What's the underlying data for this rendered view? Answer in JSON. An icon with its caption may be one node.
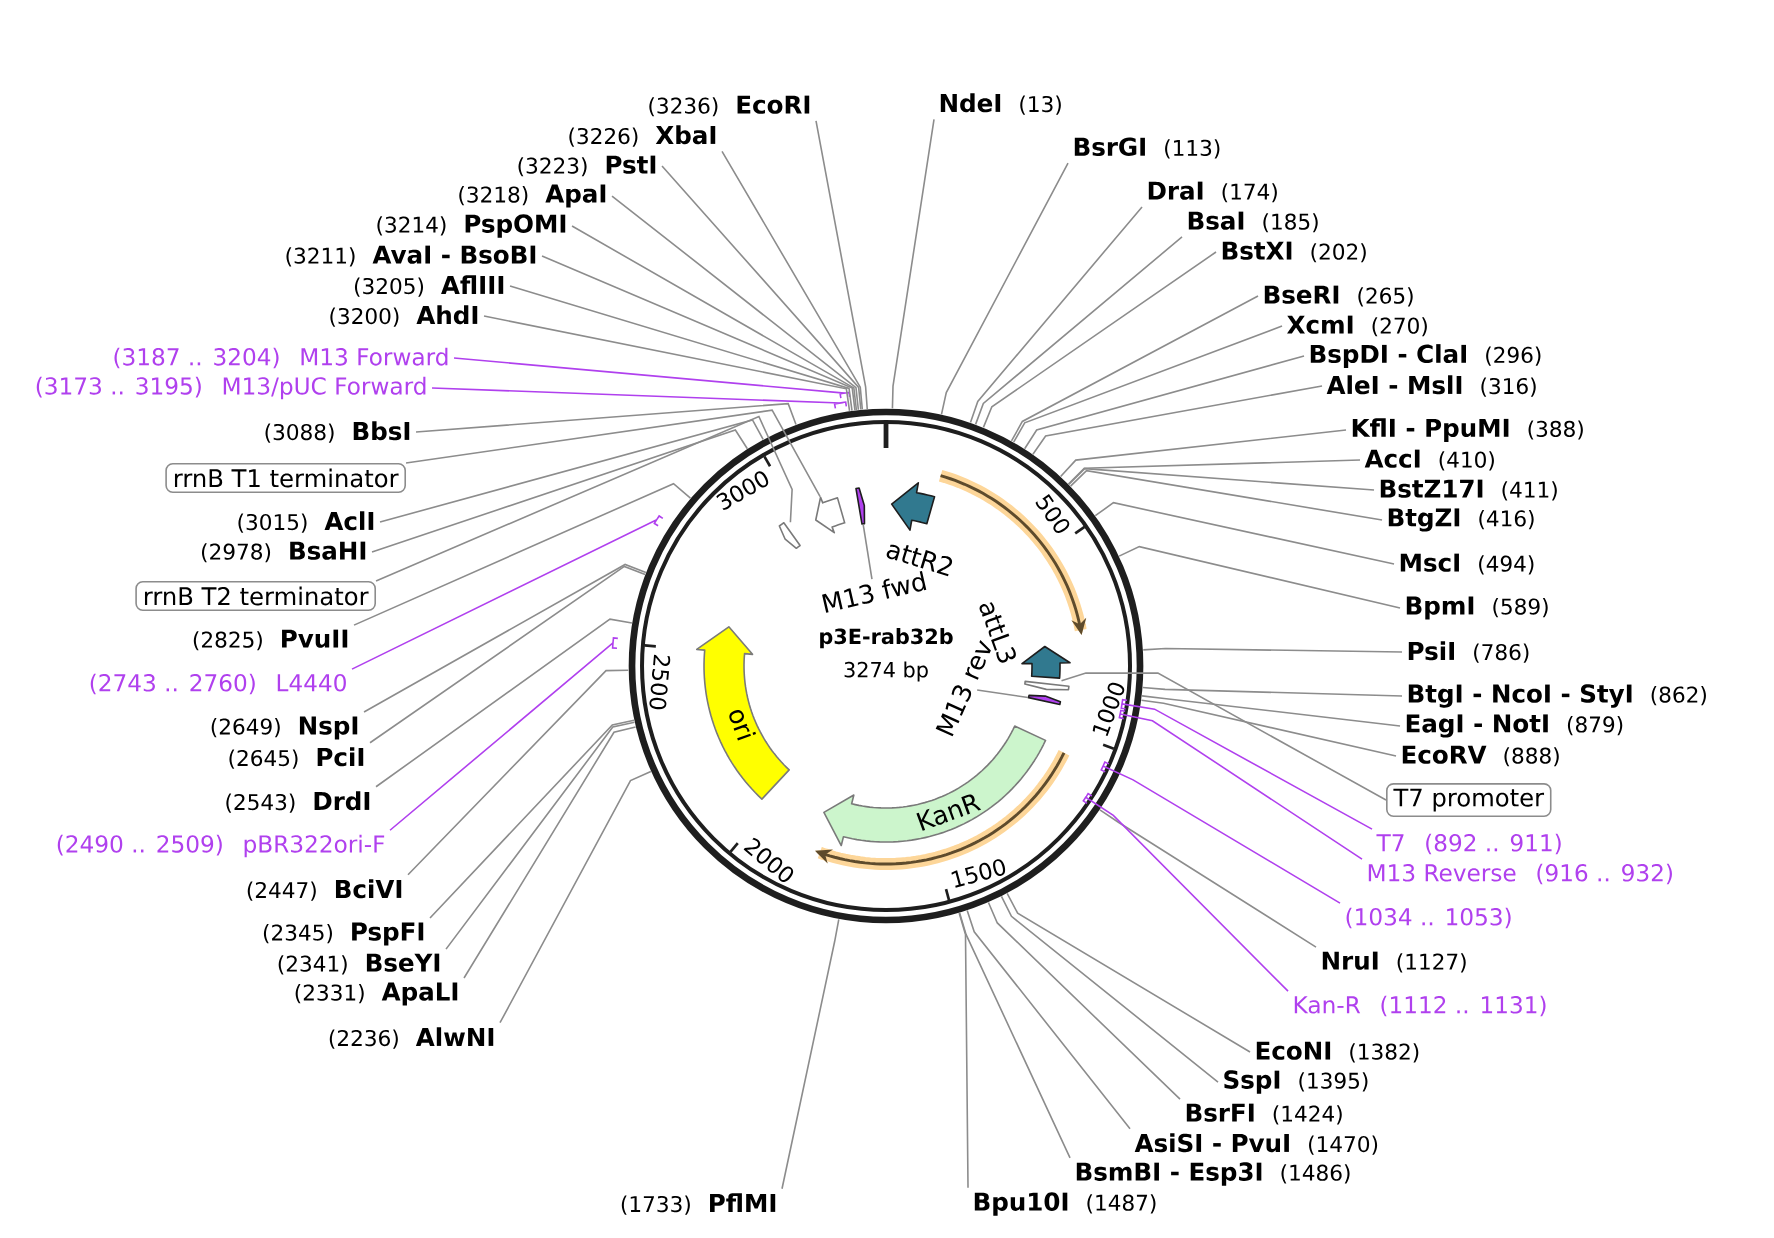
{
  "diagram": {
    "nodes": [
      {
        "text": [
          "p3E-rab32b",
          "3274 bp"
        ]
      },
      {
        "text": [],
        "shape": "arrow",
        "in": 0
      },
      {
        "text": [],
        "shape": "arrow",
        "in": 0
      },
      {
        "text": [],
        "shape": "arrow",
        "in": 0
      },
      {
        "text": [
          "attR2"
        ],
        "in": 0
      },
      {
        "text": [
          "M13 fwd"
        ],
        "in": 0
      },
      {
        "text": [
          "attL3"
        ],
        "in": 0
      },
      {
        "text": [
          "M13 rev"
        ],
        "in": 0
      },
      {
        "text": [],
        "shape": "arrow",
        "in": 0
      },
      {
        "text": [],
        "shape": "arrow",
        "in": 0
      },
      {
        "text": [
          "ori"
        ],
        "in": 0
      },
      {
        "text": [
          "KanR"
        ],
        "in": 0
      },
      {
        "text": [
          "NdeI",
          "(13)"
        ]
      },
      {
        "text": [
          "BsrGI",
          "(113)"
        ]
      },
      {
        "text": [
          "DraI",
          "(174)"
        ]
      },
      {
        "text": [
          "BsaI",
          "(185)"
        ]
      },
      {
        "text": [
          "BstXI",
          "(202)"
        ]
      },
      {
        "text": [
          "BseRI",
          "(265)"
        ]
      },
      {
        "text": [
          "XcmI",
          "(270)"
        ]
      },
      {
        "text": [
          "BspDI - ClaI",
          "(296)"
        ]
      },
      {
        "text": [
          "AleI - MslI",
          "(316)"
        ]
      },
      {
        "text": [
          "KflI - PpuMI",
          "(388)"
        ]
      },
      {
        "text": [
          "AccI",
          "(410)"
        ]
      },
      {
        "text": [
          "BstZ17I",
          "(411)"
        ]
      },
      {
        "text": [
          "BtgZI",
          "(416)"
        ]
      },
      {
        "text": [
          "MscI",
          "(494)"
        ]
      },
      {
        "text": [
          "BpmI",
          "(589)"
        ]
      },
      {
        "text": [
          "PsiI",
          "(786)"
        ]
      },
      {
        "text": [
          "BtgI - NcoI - StyI",
          "(862)"
        ]
      },
      {
        "text": [
          "EagI - NotI",
          "(879)"
        ]
      },
      {
        "text": [
          "EcoRV",
          "(888)"
        ]
      },
      {
        "text": [
          "T7 promoter"
        ]
      },
      {
        "text": [
          "T7",
          "(892 .. 911)"
        ]
      },
      {
        "text": [
          "M13 Reverse",
          "(916 .. 932)"
        ]
      },
      {
        "text": [
          "(1034 .. 1053)"
        ]
      },
      {
        "text": [
          "NruI",
          "(1127)"
        ]
      },
      {
        "text": [
          "Kan-R",
          "(1112 .. 1131)"
        ]
      },
      {
        "text": [
          "EcoNI",
          "(1382)"
        ]
      },
      {
        "text": [
          "SspI",
          "(1395)"
        ]
      },
      {
        "text": [
          "BsrFI",
          "(1424)"
        ]
      },
      {
        "text": [
          "AsiSI - PvuI",
          "(1470)"
        ]
      },
      {
        "text": [
          "BsmBI - Esp3I",
          "(1486)"
        ]
      },
      {
        "text": [
          "Bpu10I",
          "(1487)"
        ]
      },
      {
        "text": [
          "(1733)",
          "PflMI"
        ]
      },
      {
        "text": [
          "(2236)",
          "AlwNI"
        ]
      },
      {
        "text": [
          "(2331)",
          "ApaLI"
        ]
      },
      {
        "text": [
          "(2341)",
          "BseYI"
        ]
      },
      {
        "text": [
          "(2345)",
          "PspFI"
        ]
      },
      {
        "text": [
          "(2447)",
          "BciVI"
        ]
      },
      {
        "text": [
          "(2490 .. 2509)",
          "pBR322ori-F"
        ]
      },
      {
        "text": [
          "(2543)",
          "DrdI"
        ]
      },
      {
        "text": [
          "(2645)",
          "PciI"
        ]
      },
      {
        "text": [
          "(2649)",
          "NspI"
        ]
      },
      {
        "text": [
          "(2743 .. 2760)",
          "L4440"
        ]
      },
      {
        "text": [
          "(2825)",
          "PvuII"
        ]
      },
      {
        "text": [
          "rrnB T2 terminator"
        ]
      },
      {
        "text": [
          "(2978)",
          "BsaHI"
        ]
      },
      {
        "text": [
          "(3015)",
          "AclI"
        ]
      },
      {
        "text": [
          "rrnB T1 terminator"
        ]
      },
      {
        "text": [
          "(3088)",
          "BbsI"
        ]
      },
      {
        "text": [
          "(3173 .. 3195)",
          "M13/pUC Forward"
        ]
      },
      {
        "text": [
          "(3187 .. 3204)",
          "M13 Forward"
        ]
      },
      {
        "text": [
          "(3200)",
          "AhdI"
        ]
      },
      {
        "text": [
          "(3205)",
          "AflIII"
        ]
      },
      {
        "text": [
          "(3211)",
          "AvaI - BsoBI"
        ]
      },
      {
        "text": [
          "(3214)",
          "PspOMI"
        ]
      },
      {
        "text": [
          "(3218)",
          "ApaI"
        ]
      },
      {
        "text": [
          "(3223)",
          "PstI"
        ]
      },
      {
        "text": [
          "(3226)",
          "XbaI"
        ]
      },
      {
        "text": [
          "(3236)",
          "EcoRI"
        ]
      }
    ],
    "edges": [
      {
        "from": 5,
        "to": 3,
        "arrow": "none"
      },
      {
        "from": 7,
        "to": 9,
        "arrow": "none"
      },
      {
        "from": 12,
        "to": 0,
        "arrow": "none"
      },
      {
        "from": 13,
        "to": 0,
        "arrow": "none"
      },
      {
        "from": 14,
        "to": 0,
        "arrow": "none"
      },
      {
        "from": 15,
        "to": 0,
        "arrow": "none"
      },
      {
        "from": 16,
        "to": 0,
        "arrow": "none"
      },
      {
        "from": 17,
        "to": 0,
        "arrow": "none"
      },
      {
        "from": 18,
        "to": 0,
        "arrow": "none"
      },
      {
        "from": 19,
        "to": 0,
        "arrow": "none"
      },
      {
        "from": 20,
        "to": 0,
        "arrow": "none"
      },
      {
        "from": 21,
        "to": 0,
        "arrow": "none"
      },
      {
        "from": 22,
        "to": 0,
        "arrow": "none"
      },
      {
        "from": 23,
        "to": 0,
        "arrow": "none"
      },
      {
        "from": 24,
        "to": 0,
        "arrow": "none"
      },
      {
        "from": 25,
        "to": 0,
        "arrow": "none"
      },
      {
        "from": 26,
        "to": 0,
        "arrow": "none"
      },
      {
        "from": 27,
        "to": 0,
        "arrow": "none"
      },
      {
        "from": 28,
        "to": 0,
        "arrow": "none"
      },
      {
        "from": 29,
        "to": 0,
        "arrow": "none"
      },
      {
        "from": 30,
        "to": 0,
        "arrow": "none"
      },
      {
        "from": 31,
        "to": 8,
        "arrow": "none"
      },
      {
        "from": 32,
        "to": 0,
        "arrow": "none",
        "color": "#b040ee"
      },
      {
        "from": 33,
        "to": 0,
        "arrow": "none",
        "color": "#b040ee"
      },
      {
        "from": 34,
        "to": 0,
        "arrow": "none",
        "color": "#b040ee"
      },
      {
        "from": 35,
        "to": 0,
        "arrow": "none"
      },
      {
        "from": 36,
        "to": 0,
        "arrow": "none",
        "color": "#b040ee"
      },
      {
        "from": 37,
        "to": 0,
        "arrow": "none"
      },
      {
        "from": 38,
        "to": 0,
        "arrow": "none"
      },
      {
        "from": 39,
        "to": 0,
        "arrow": "none"
      },
      {
        "from": 40,
        "to": 0,
        "arrow": "none"
      },
      {
        "from": 41,
        "to": 0,
        "arrow": "none"
      },
      {
        "from": 42,
        "to": 0,
        "arrow": "none"
      },
      {
        "from": 43,
        "to": 0,
        "arrow": "none"
      },
      {
        "from": 44,
        "to": 0,
        "arrow": "none"
      },
      {
        "from": 45,
        "to": 0,
        "arrow": "none"
      },
      {
        "from": 46,
        "to": 0,
        "arrow": "none"
      },
      {
        "from": 47,
        "to": 0,
        "arrow": "none"
      },
      {
        "from": 48,
        "to": 0,
        "arrow": "none"
      },
      {
        "from": 49,
        "to": 0,
        "arrow": "none",
        "color": "#b040ee"
      },
      {
        "from": 50,
        "to": 0,
        "arrow": "none"
      },
      {
        "from": 51,
        "to": 0,
        "arrow": "none"
      },
      {
        "from": 52,
        "to": 0,
        "arrow": "none"
      },
      {
        "from": 53,
        "to": 0,
        "arrow": "none",
        "color": "#b040ee"
      },
      {
        "from": 54,
        "to": 0,
        "arrow": "none"
      },
      {
        "from": 55,
        "to": 1,
        "arrow": "none"
      },
      {
        "from": 56,
        "to": 0,
        "arrow": "none"
      },
      {
        "from": 57,
        "to": 0,
        "arrow": "none"
      },
      {
        "from": 58,
        "to": 2,
        "arrow": "none"
      },
      {
        "from": 59,
        "to": 0,
        "arrow": "none"
      },
      {
        "from": 60,
        "to": 0,
        "arrow": "none",
        "color": "#b040ee"
      },
      {
        "from": 61,
        "to": 0,
        "arrow": "none",
        "color": "#b040ee"
      },
      {
        "from": 62,
        "to": 0,
        "arrow": "none"
      },
      {
        "from": 63,
        "to": 0,
        "arrow": "none"
      },
      {
        "from": 64,
        "to": 0,
        "arrow": "none"
      },
      {
        "from": 65,
        "to": 0,
        "arrow": "none"
      },
      {
        "from": 66,
        "to": 0,
        "arrow": "none"
      },
      {
        "from": 67,
        "to": 0,
        "arrow": "none"
      },
      {
        "from": 68,
        "to": 0,
        "arrow": "none"
      },
      {
        "from": 69,
        "to": 0,
        "arrow": "none"
      }
    ],
    "labels": [
      "500",
      "1000",
      "1500",
      "2000",
      "2500",
      "3000"
    ]
  }
}
